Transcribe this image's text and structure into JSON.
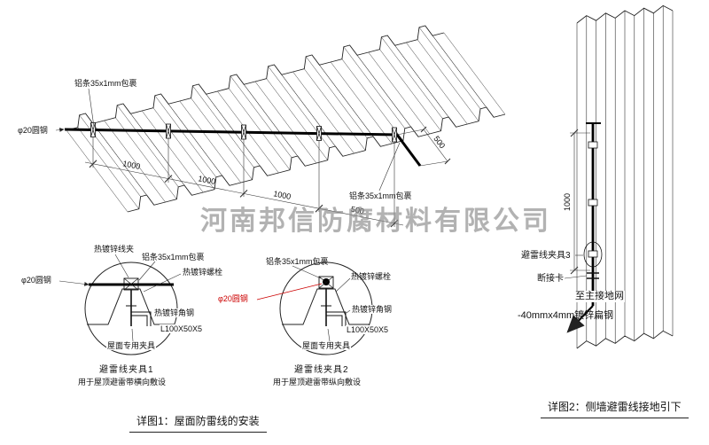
{
  "watermark": "河南邦信防腐材料有限公司",
  "main_view": {
    "label_alu_strip_top": "铝条35x1mm包裹",
    "label_round_steel": "φ20圆钢",
    "label_alu_strip_right": "铝条35x1mm包裹",
    "dim_1": "1000",
    "dim_2": "1000",
    "dim_3": "1000",
    "dim_4": "500",
    "dim_slope": "500"
  },
  "detail_1": {
    "label_wire_clip": "热镀锌线夹",
    "label_alu_strip": "铝条35x1mm包裹",
    "label_bolt": "热镀锌螺栓",
    "label_round_steel": "φ20圆钢",
    "label_angle_steel": "热镀锌角钢",
    "label_angle_spec": "L100X50X5",
    "label_roof_clamp": "屋面专用夹具",
    "title": "避雷线夹具1",
    "subtitle": "用于屋顶避雷带横向敷设"
  },
  "detail_2": {
    "label_alu_strip": "铝条35x1mm包裹",
    "label_bolt": "热镀锌螺栓",
    "label_round_steel": "φ20圆钢",
    "label_angle_steel": "热镀锌角钢",
    "label_angle_spec": "L100X50X5",
    "label_roof_clamp": "屋面专用夹具",
    "title": "避雷线夹具2",
    "subtitle": "用于屋顶避雷带纵向敷设"
  },
  "wall_view": {
    "dim_vertical": "1000",
    "label_clamp3": "避雷线夹具3",
    "label_disconnect": "断接卡",
    "label_to_ground": "至主接地网",
    "label_flat_steel": "-40mmx4mm镀锌扁钢"
  },
  "captions": {
    "detail_1": "详图1：屋面防雷线的安装",
    "detail_2": "详图2：侧墙避雷线接地引下"
  },
  "colors": {
    "line": "#222222",
    "red_label": "#cc0000",
    "watermark": "#8b8b8b"
  }
}
